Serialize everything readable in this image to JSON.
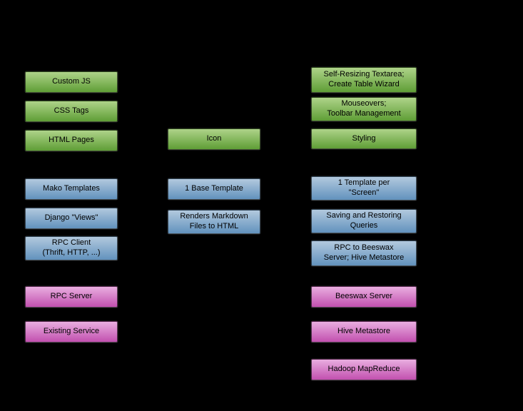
{
  "boxes": {
    "custom_js": {
      "label": "Custom JS",
      "kind": "green"
    },
    "css_tags": {
      "label": "CSS Tags",
      "kind": "green"
    },
    "html_pages": {
      "label": "HTML Pages",
      "kind": "green"
    },
    "mako_templates": {
      "label": "Mako Templates",
      "kind": "blue"
    },
    "django_views": {
      "label": "Django \"Views\"",
      "kind": "blue"
    },
    "rpc_client": {
      "label": "RPC Client\n(Thrift, HTTP, ...)",
      "kind": "blue"
    },
    "rpc_server": {
      "label": "RPC Server",
      "kind": "magenta"
    },
    "existing_service": {
      "label": "Existing Service",
      "kind": "magenta"
    },
    "icon": {
      "label": "Icon",
      "kind": "green"
    },
    "base_template": {
      "label": "1 Base Template",
      "kind": "blue"
    },
    "renders_markdown": {
      "label": "Renders Markdown\nFiles to HTML",
      "kind": "blue"
    },
    "self_resizing": {
      "label": "Self-Resizing Textarea;\nCreate Table Wizard",
      "kind": "green"
    },
    "mouseovers": {
      "label": "Mouseovers;\nToolbar Management",
      "kind": "green"
    },
    "styling": {
      "label": "Styling",
      "kind": "green"
    },
    "template_per_screen": {
      "label": "1 Template per\n\"Screen\"",
      "kind": "blue"
    },
    "saving_restoring": {
      "label": "Saving and Restoring\nQueries",
      "kind": "blue"
    },
    "rpc_to_beeswax": {
      "label": "RPC to Beeswax\nServer; Hive Metastore",
      "kind": "blue"
    },
    "beeswax_server": {
      "label": "Beeswax Server",
      "kind": "magenta"
    },
    "hive_metastore": {
      "label": "Hive Metastore",
      "kind": "magenta"
    },
    "hadoop_mapreduce": {
      "label": "Hadoop MapReduce",
      "kind": "magenta"
    }
  },
  "colors": {
    "background": "#000000",
    "green_top": "#aed389",
    "green_bottom": "#5f9e36",
    "blue_top": "#b2c9de",
    "blue_bottom": "#6292bd",
    "magenta_top": "#e9aee0",
    "magenta_bottom": "#c250af"
  }
}
